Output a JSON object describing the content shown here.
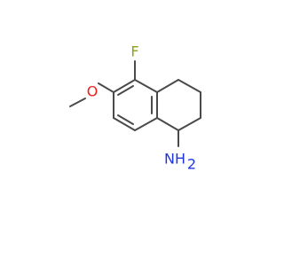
{
  "molecule": {
    "colors": {
      "bond": "#4a4a4a",
      "fluorine": "#8fa01a",
      "oxygen": "#e8211b",
      "nitrogen": "#1f35e0"
    },
    "labels": {
      "fluorine": "F",
      "oxygen": "O",
      "amine": "NH",
      "amine_subscript": "2"
    }
  }
}
